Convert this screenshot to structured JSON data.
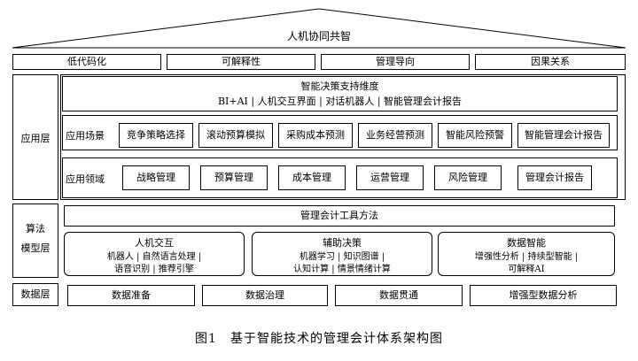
{
  "roof": {
    "title": "人机协同共智"
  },
  "principles": [
    "低代码化",
    "可解释性",
    "管理导向",
    "因果关系"
  ],
  "layers": {
    "application": "应用层",
    "algorithm_line1": "算法",
    "algorithm_line2": "模型层",
    "data": "数据层"
  },
  "support": {
    "title": "智能决策支持维度",
    "items": [
      "BI+AI",
      "人机交互界面",
      "对话机器人",
      "智能管理会计报告"
    ]
  },
  "scenarios": {
    "label": "应用场景",
    "items": [
      "竞争策略选择",
      "滚动预算模拟",
      "采购成本预测",
      "业务经营预测",
      "智能风险预警",
      "智能管理会计报告"
    ]
  },
  "domains": {
    "label": "应用领域",
    "items": [
      "战略管理",
      "预算管理",
      "成本管理",
      "运营管理",
      "风险管理",
      "管理会计报告"
    ]
  },
  "methods": {
    "title": "管理会计工具方法"
  },
  "models": [
    {
      "title": "人机交互",
      "line1": "机器人 | 自然语言处理 |",
      "line2": "语音识别 | 推荐引擎"
    },
    {
      "title": "辅助决策",
      "line1": "机器学习 | 知识图谱 |",
      "line2": "认知计算 | 情景情绪计算"
    },
    {
      "title": "数据智能",
      "line1": "增强性分析 | 持续型智能 |",
      "line2": "可解释AI"
    }
  ],
  "data_items": [
    "数据准备",
    "数据治理",
    "数据贯通",
    "增强型数据分析"
  ],
  "caption": "图1　基于智能技术的管理会计体系架构图"
}
